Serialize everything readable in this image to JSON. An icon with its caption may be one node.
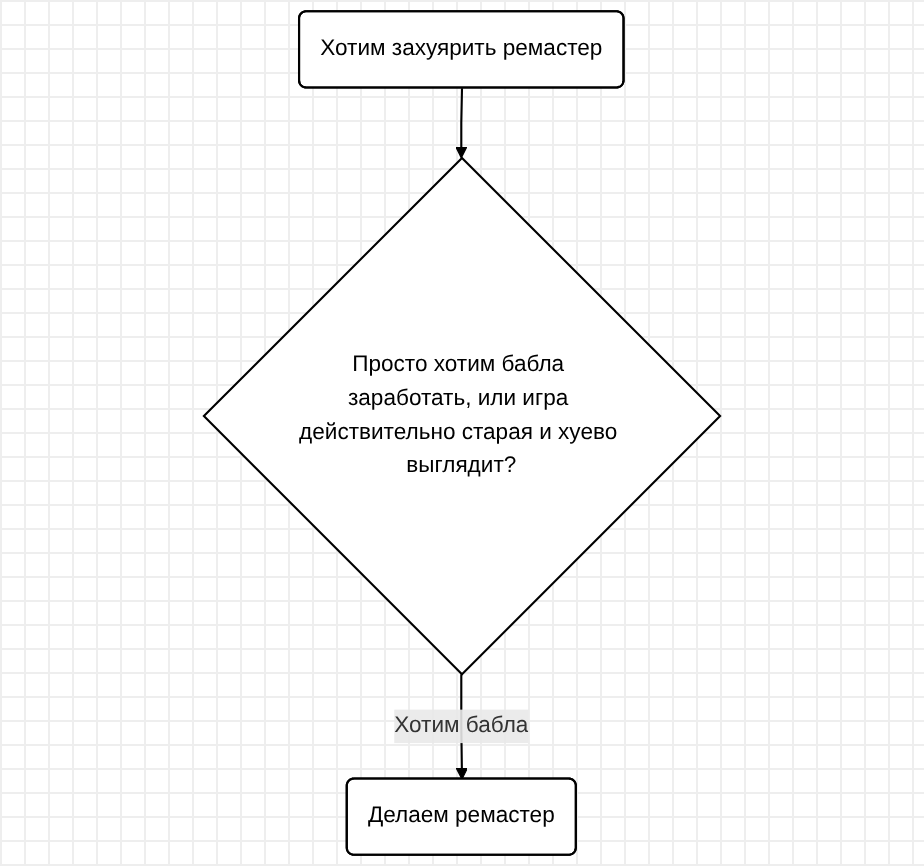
{
  "diagram": {
    "nodes": [
      {
        "text": [
          "Хотим захуярить ремастер"
        ]
      },
      {
        "text": [
          "Просто хотим бабла заработать, или игра действительно старая и хуево выглядит?"
        ]
      },
      {
        "text": [
          "Делаем ремастер"
        ]
      }
    ],
    "edges": [
      {
        "from": 0,
        "to": 1,
        "arrow": "to"
      },
      {
        "from": 1,
        "to": 2,
        "arrow": "to",
        "label": "Хотим бабла"
      }
    ]
  }
}
